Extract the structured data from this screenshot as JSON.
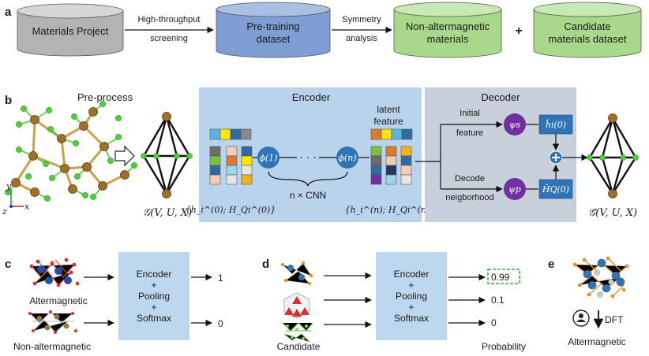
{
  "panels": {
    "a": "a",
    "b": "b",
    "c": "c",
    "d": "d",
    "e": "e"
  },
  "panel_a": {
    "materials_project": "Materials Project",
    "arrow1_line1": "High-throughput",
    "arrow1_line2": "screening",
    "pretraining_line1": "Pre-training",
    "pretraining_line2": "dataset",
    "arrow2_line1": "Symmetry",
    "arrow2_line2": "analysis",
    "nonalter_line1": "Non-altermagnetic",
    "nonalter_line2": "materials",
    "plus": "+",
    "candidate_line1": "Candidate",
    "candidate_line2": "materials dataset"
  },
  "panel_b": {
    "preprocess": "Pre-process",
    "axis_y": "y",
    "axis_x": "x",
    "axis_z": "z",
    "graph_label": "𝒢(V, U, X)",
    "encoder_title": "Encoder",
    "phi1": "ϕ(1)",
    "dots": "· · ·",
    "phin": "ϕ(n)",
    "cnn_label": "n × CNN",
    "h0_label": "{h_i^(0); H_Qi^(0)}",
    "latent_line1": "latent",
    "latent_line2": "feature",
    "hn_label": "{h_i^(n); H_Qi^(n)}",
    "decoder_title": "Decoder",
    "initial_line1": "Initial",
    "initial_line2": "feature",
    "decode_line1": "Decode",
    "decode_line2": "neigborhood",
    "psi_s": "ψs",
    "psi_p": "ψp",
    "h_hat": "ĥi(0)",
    "H_hat": "ĤQ(0)",
    "output_label": "𝒢̂(V, U, X)"
  },
  "panel_c": {
    "altermagnetic": "Altermagnetic",
    "non_altermagnetic": "Non-altermagnetic",
    "box_line1": "Encoder",
    "box_line2": "+",
    "box_line3": "Pooling",
    "box_line4": "+",
    "box_line5": "Softmax",
    "out1": "1",
    "out0": "0"
  },
  "panel_d": {
    "candidate": "Candidate",
    "box_line1": "Encoder",
    "box_line2": "+",
    "box_line3": "Pooling",
    "box_line4": "+",
    "box_line5": "Softmax",
    "p1": "0.99",
    "p2": "0.1",
    "p3": "0",
    "probability": "Probability"
  },
  "panel_e": {
    "dft": "DFT",
    "altermagnetic": "Altermagnetic"
  },
  "colors": {
    "gray_cyl": "#b3b3b3",
    "blue_cyl": "#7f9fd4",
    "green_cyl": "#a8d88a",
    "encoder_bg": "#b9d3ec",
    "decoder_bg": "#c8d0dc",
    "box_bg": "#bdd7ee",
    "node_blue": "#2f74b5",
    "node_purple": "#7030a0",
    "atom_brown": "#a0702a",
    "atom_green": "#4cd137",
    "dash_green": "#5eb65b"
  },
  "icons": [
    "cylinder-icon",
    "graph-icon",
    "arrow-icon",
    "user-circle-icon",
    "plus-circle-icon"
  ]
}
